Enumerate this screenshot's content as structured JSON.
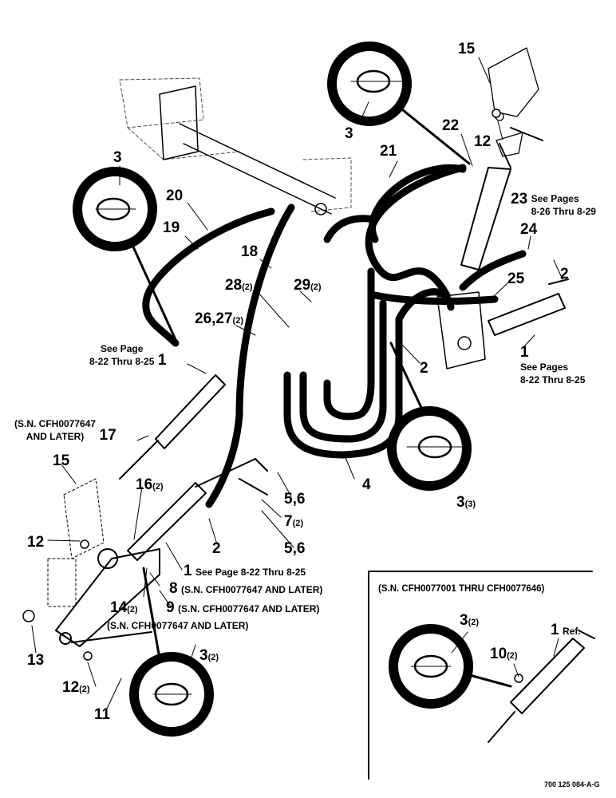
{
  "diagram": {
    "inset_title": "(S.N. CFH0077001 THRU CFH0077646)",
    "figure_ref": "700 125 084-A-G",
    "callouts": [
      {
        "id": "c15a",
        "num": "15",
        "qty": "",
        "note": ""
      },
      {
        "id": "c3a",
        "num": "3",
        "qty": "",
        "note": ""
      },
      {
        "id": "c22",
        "num": "22",
        "qty": "",
        "note": ""
      },
      {
        "id": "c12a",
        "num": "12",
        "qty": "",
        "note": ""
      },
      {
        "id": "c21",
        "num": "21",
        "qty": "",
        "note": ""
      },
      {
        "id": "c3b",
        "num": "3",
        "qty": "",
        "note": ""
      },
      {
        "id": "c20",
        "num": "20",
        "qty": "",
        "note": ""
      },
      {
        "id": "c23",
        "num": "23",
        "qty": "",
        "note": "See Pages\n8-26 Thru 8-29"
      },
      {
        "id": "c19",
        "num": "19",
        "qty": "",
        "note": ""
      },
      {
        "id": "c24",
        "num": "24",
        "qty": "",
        "note": ""
      },
      {
        "id": "c18",
        "num": "18",
        "qty": "",
        "note": ""
      },
      {
        "id": "c2a",
        "num": "2",
        "qty": "",
        "note": ""
      },
      {
        "id": "c28",
        "num": "28",
        "qty": "(2)",
        "note": ""
      },
      {
        "id": "c29",
        "num": "29",
        "qty": "(2)",
        "note": ""
      },
      {
        "id": "c25",
        "num": "25",
        "qty": "",
        "note": ""
      },
      {
        "id": "c2627",
        "num": "26,27",
        "qty": "(2)",
        "note": ""
      },
      {
        "id": "c1a",
        "num": "1",
        "qty": "",
        "note": "See Pages\n8-22 Thru 8-25"
      },
      {
        "id": "c1b",
        "num": "1",
        "qty": "",
        "note": "See Page\n8-22 Thru 8-25"
      },
      {
        "id": "c2b",
        "num": "2",
        "qty": "",
        "note": ""
      },
      {
        "id": "c17",
        "num": "17",
        "qty": "",
        "note": "(S.N. CFH0077647\nAND LATER)"
      },
      {
        "id": "c15b",
        "num": "15",
        "qty": "",
        "note": ""
      },
      {
        "id": "c4",
        "num": "4",
        "qty": "",
        "note": ""
      },
      {
        "id": "c16",
        "num": "16",
        "qty": "(2)",
        "note": ""
      },
      {
        "id": "c56a",
        "num": "5,6",
        "qty": "",
        "note": ""
      },
      {
        "id": "c3c",
        "num": "3",
        "qty": "(3)",
        "note": ""
      },
      {
        "id": "c7",
        "num": "7",
        "qty": "(2)",
        "note": ""
      },
      {
        "id": "c12b",
        "num": "12",
        "qty": "",
        "note": ""
      },
      {
        "id": "c2c",
        "num": "2",
        "qty": "",
        "note": ""
      },
      {
        "id": "c56b",
        "num": "5,6",
        "qty": "",
        "note": ""
      },
      {
        "id": "c1c",
        "num": "1",
        "qty": "",
        "note": "See Page 8-22 Thru 8-25"
      },
      {
        "id": "c8",
        "num": "8",
        "qty": "",
        "note": "(S.N. CFH0077647 AND LATER)"
      },
      {
        "id": "c9",
        "num": "9",
        "qty": "",
        "note": "(S.N. CFH0077647 AND LATER)"
      },
      {
        "id": "c14",
        "num": "14",
        "qty": "(2)",
        "note": ""
      },
      {
        "id": "c14note",
        "num": "",
        "qty": "",
        "note": "(S.N. CFH0077647 AND LATER)"
      },
      {
        "id": "c13",
        "num": "13",
        "qty": "",
        "note": ""
      },
      {
        "id": "c3d",
        "num": "3",
        "qty": "(2)",
        "note": ""
      },
      {
        "id": "c12c",
        "num": "12",
        "qty": "(2)",
        "note": ""
      },
      {
        "id": "c11",
        "num": "11",
        "qty": "",
        "note": ""
      },
      {
        "id": "c3e",
        "num": "3",
        "qty": "(2)",
        "note": ""
      },
      {
        "id": "c1d",
        "num": "1",
        "qty": "",
        "note": "Ref."
      },
      {
        "id": "c10",
        "num": "10",
        "qty": "(2)",
        "note": ""
      }
    ]
  }
}
